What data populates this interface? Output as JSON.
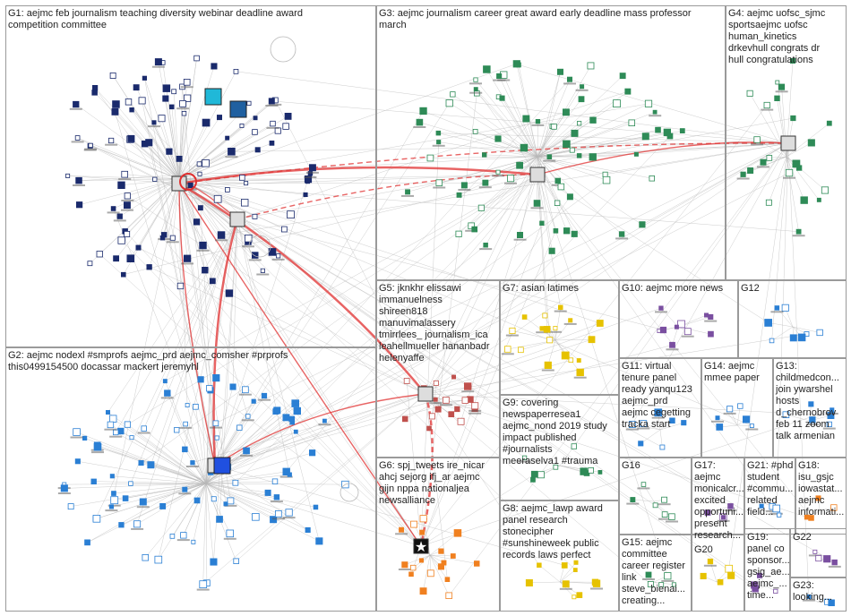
{
  "groups": [
    {
      "id": "G1",
      "label": "G1: aejmc feb journalism teaching diversity webinar deadline award\ncompetition committee"
    },
    {
      "id": "G3",
      "label": "G3: aejmc journalism career great award early deadline mass professor\nmarch"
    },
    {
      "id": "G4",
      "label": "G4: aejmc uofsc_sjmc\nsportsaejmc uofsc\nhuman_kinetics\ndrkevhull congrats dr\nhull congratulations"
    },
    {
      "id": "G2",
      "label": "G2: aejmc nodexl #smprofs aejmc_prd aejmc_comsher #prprofs\nthis0499154500 docassar mackert jeremyhl"
    },
    {
      "id": "G5",
      "label": "G5: jknkhr elissawi\nimmanuelness\nshireen818\nmanuvimalassery\ntmirrlees_ journalism_ica\nleahellmueller hananbadr\nhelenyaffe"
    },
    {
      "id": "G7",
      "label": "G7: asian latimes"
    },
    {
      "id": "G10",
      "label": "G10: aejmc more news"
    },
    {
      "id": "G12",
      "label": "G12"
    },
    {
      "id": "G11",
      "label": "G11: virtual\ntenure panel\nready yanqu123\naejmc_prd\naejmc cegetting\ntracka start"
    },
    {
      "id": "G14",
      "label": "G14: aejmc\nmmee paper"
    },
    {
      "id": "G13",
      "label": "G13:\nchildmedcon...\njoin ywarshel\nhosts\nd_chernobrov\nfeb 11 zoom\ntalk armenian"
    },
    {
      "id": "G9",
      "label": "G9: covering\nnewspaperresea1\naejmc_nond 2019 study\nimpact published\n#journalists\nmeeraselva1 #trauma"
    },
    {
      "id": "G6",
      "label": "G6: spj_tweets ire_nicar\nahcj sejorg ifj_ar aejmc\ngijn nppa nationaljea\nnewsalliance"
    },
    {
      "id": "G16",
      "label": "G16"
    },
    {
      "id": "G17",
      "label": "G17:\naejmc\nmonicalcr...\nexcited\nopportuni...\npresent\nresearch..."
    },
    {
      "id": "G21",
      "label": "G21: #phd\nstudent\n#commu...\nrelated\nfield..."
    },
    {
      "id": "G18",
      "label": "G18:\nisu_gsjc\niowastat...\naejmc\ninformati..."
    },
    {
      "id": "G8",
      "label": "G8: aejmc_lawp award\npanel research\nstonecipher\n#sunshineweek public\nrecords laws perfect"
    },
    {
      "id": "G15",
      "label": "G15: aejmc\ncommittee\ncareer register\nlink\nsteve_bienai...\ncreating..."
    },
    {
      "id": "G20",
      "label": "G20"
    },
    {
      "id": "G19",
      "label": "G19:\npanel co\nsponsor...\ngsig_ae...\naejmc_...\ntime..."
    },
    {
      "id": "G22",
      "label": "G22"
    },
    {
      "id": "G23",
      "label": "G23:\nlooking..."
    }
  ],
  "colors": {
    "edge": "#b8b8b8",
    "edge_red": "#e03030",
    "node_dark": "#1a2a6c",
    "node_green": "#2e8b57",
    "node_blue": "#2a7fd4",
    "node_yellow": "#e6c200",
    "node_orange": "#f08020",
    "node_purple": "#7a4fa0"
  }
}
